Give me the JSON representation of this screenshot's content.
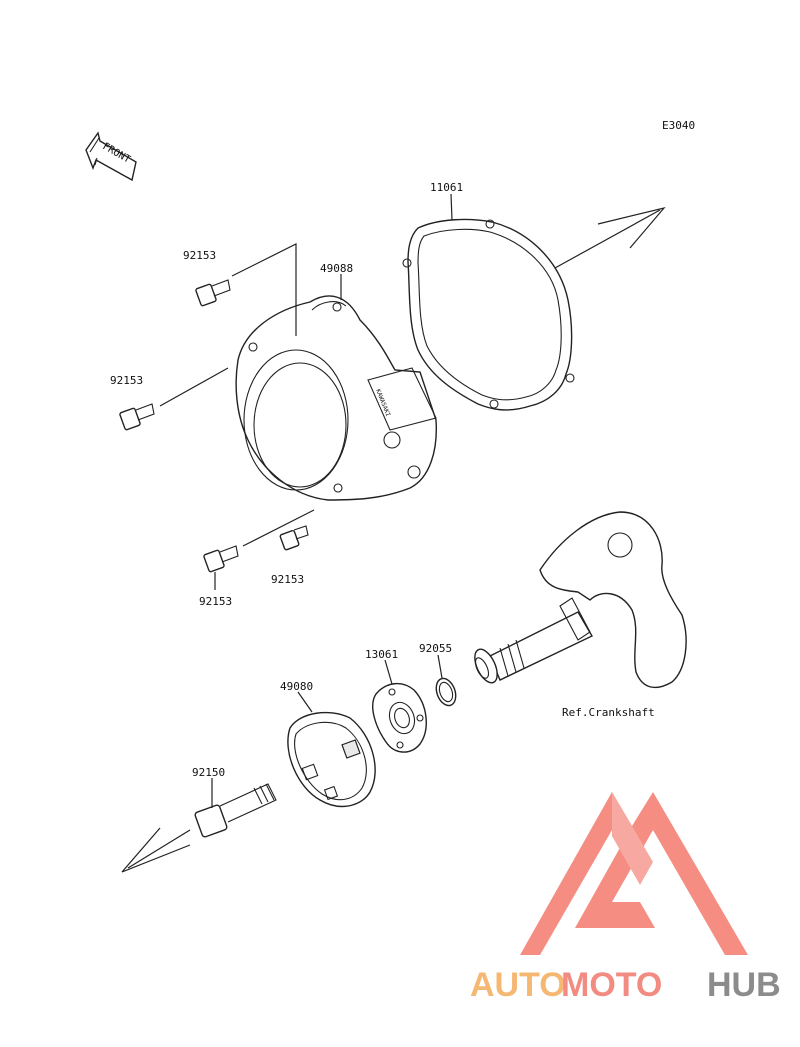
{
  "diagram": {
    "code": "E3040",
    "front_label": "FRONT",
    "ref_label": "Ref.Crankshaft",
    "parts": [
      {
        "id": "11061"
      },
      {
        "id": "49088"
      },
      {
        "id": "92153"
      },
      {
        "id": "92153"
      },
      {
        "id": "92153"
      },
      {
        "id": "92153"
      },
      {
        "id": "13061"
      },
      {
        "id": "92055"
      },
      {
        "id": "49080"
      },
      {
        "id": "92150"
      }
    ]
  },
  "watermark": {
    "text_orange": "AUTO",
    "text_red": "MOTO",
    "text_gray": "HUB",
    "colors": {
      "orange": "#f5b872",
      "red": "#f28b82",
      "gray": "#8c8c8c",
      "logo": "#f5877c"
    }
  }
}
